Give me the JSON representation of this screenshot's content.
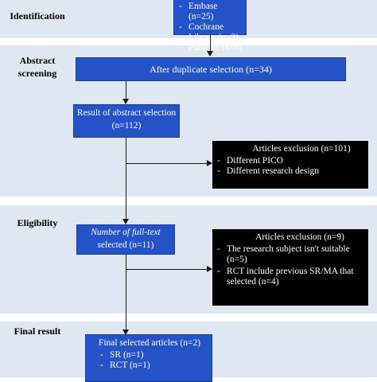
{
  "stages": {
    "identification": "Identification",
    "abstract_line1": "Abstract",
    "abstract_line2": "screening",
    "eligibility": "Eligibility",
    "final": "Final result"
  },
  "identification_box": {
    "items": [
      "Embase (n=25)",
      "Cochrane Library (n=3)",
      "PubMed (n=8)"
    ]
  },
  "duplicate_box": {
    "text": "After duplicate selection (n=34)"
  },
  "abstract_box": {
    "line1": "Result of abstract selection",
    "line2": "(n=112)"
  },
  "exclusion1": {
    "title": "Articles exclusion (n=101)",
    "items": [
      "Different PICO",
      "Different research design"
    ]
  },
  "fulltext_box": {
    "line1": "Number of full-text",
    "line2": "selected (n=11)"
  },
  "exclusion2": {
    "title": "Articles exclusion (n=9)",
    "item1": "The research subject isn't suitable (n=5)",
    "item2": "RCT include previous SR/MA that selected (n=4)"
  },
  "final_box": {
    "title": "Final selected articles (n=2)",
    "items": [
      "SR (n=1)",
      "RCT (n=1)"
    ]
  }
}
